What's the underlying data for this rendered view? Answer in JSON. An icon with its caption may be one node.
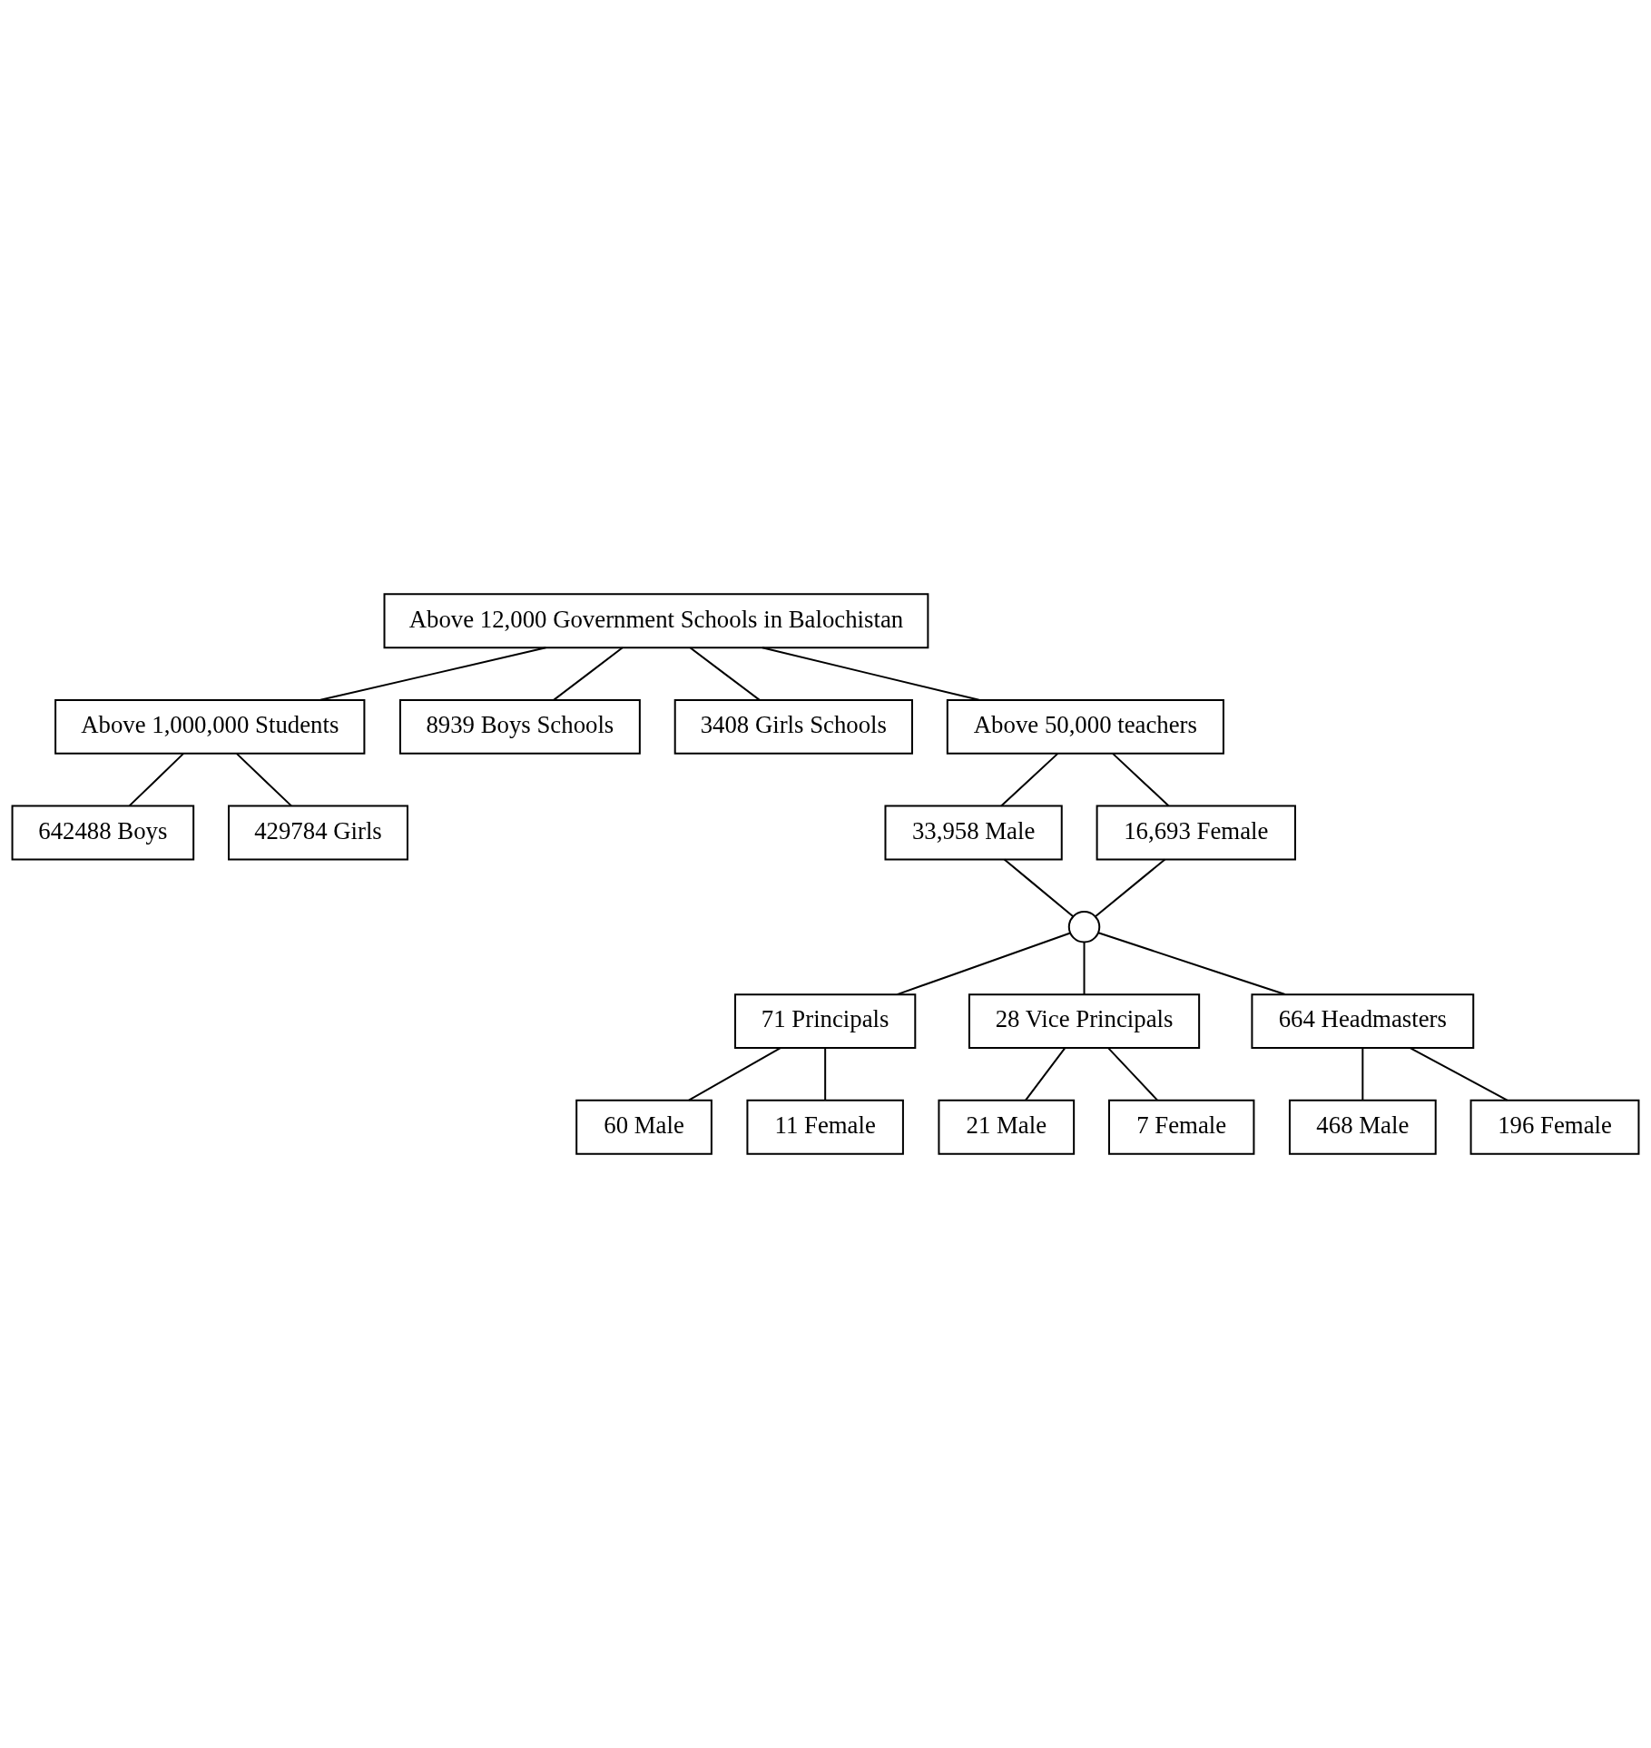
{
  "diagram": {
    "nodes": [
      {
        "text": [
          "Above 12,000 Government Schools in Balochistan"
        ]
      },
      {
        "text": [
          "Above 1,000,000 Students"
        ]
      },
      {
        "text": [
          "8939 Boys Schools"
        ]
      },
      {
        "text": [
          "3408 Girls Schools"
        ]
      },
      {
        "text": [
          "Above 50,000 teachers"
        ]
      },
      {
        "text": [
          "642488 Boys"
        ]
      },
      {
        "text": [
          "429784 Girls"
        ]
      },
      {
        "text": [
          "33,958 Male"
        ]
      },
      {
        "text": [
          "16,693 Female"
        ]
      },
      {
        "text": [],
        "shape": "circle"
      },
      {
        "text": [
          "71 Principals"
        ]
      },
      {
        "text": [
          "28 Vice Principals"
        ]
      },
      {
        "text": [
          "664 Headmasters"
        ]
      },
      {
        "text": [
          "60 Male"
        ]
      },
      {
        "text": [
          "11 Female"
        ]
      },
      {
        "text": [
          "21 Male"
        ]
      },
      {
        "text": [
          "7 Female"
        ]
      },
      {
        "text": [
          "468 Male"
        ]
      },
      {
        "text": [
          "196 Female"
        ]
      }
    ],
    "edges": [
      {
        "from": 0,
        "to": 1,
        "arrow": "none"
      },
      {
        "from": 0,
        "to": 2,
        "arrow": "none"
      },
      {
        "from": 0,
        "to": 3,
        "arrow": "none"
      },
      {
        "from": 0,
        "to": 4,
        "arrow": "none"
      },
      {
        "from": 1,
        "to": 5,
        "arrow": "none"
      },
      {
        "from": 1,
        "to": 6,
        "arrow": "none"
      },
      {
        "from": 4,
        "to": 7,
        "arrow": "none"
      },
      {
        "from": 4,
        "to": 8,
        "arrow": "none"
      },
      {
        "from": 7,
        "to": 9,
        "arrow": "none"
      },
      {
        "from": 8,
        "to": 9,
        "arrow": "none"
      },
      {
        "from": 9,
        "to": 10,
        "arrow": "none"
      },
      {
        "from": 9,
        "to": 11,
        "arrow": "none"
      },
      {
        "from": 9,
        "to": 12,
        "arrow": "none"
      },
      {
        "from": 10,
        "to": 13,
        "arrow": "none"
      },
      {
        "from": 10,
        "to": 14,
        "arrow": "none"
      },
      {
        "from": 11,
        "to": 15,
        "arrow": "none"
      },
      {
        "from": 11,
        "to": 16,
        "arrow": "none"
      },
      {
        "from": 12,
        "to": 17,
        "arrow": "none"
      },
      {
        "from": 12,
        "to": 18,
        "arrow": "none"
      }
    ]
  }
}
